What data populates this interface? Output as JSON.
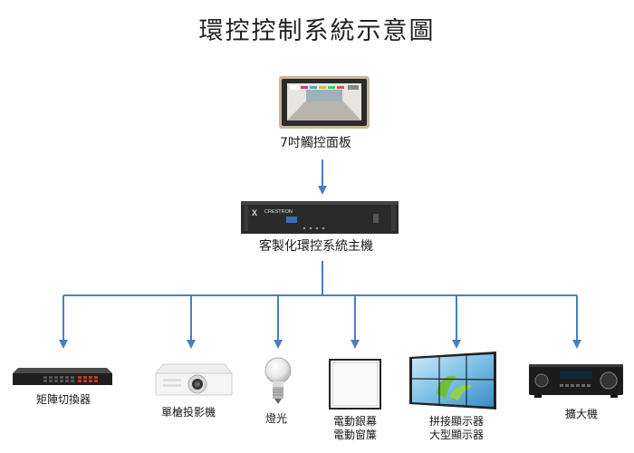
{
  "title": "環控控制系統示意圖",
  "panel": {
    "label": "7吋觸控面板"
  },
  "host": {
    "label": "客製化環控系統主機",
    "brand": "CRESTRON"
  },
  "devices": [
    {
      "id": "matrix",
      "label": "矩陣切換器"
    },
    {
      "id": "projector",
      "label": "單槍投影機"
    },
    {
      "id": "lamp",
      "label": "燈光"
    },
    {
      "id": "screen",
      "label_line1": "電動銀幕",
      "label_line2": "電動窗簾"
    },
    {
      "id": "videowall",
      "label_line1": "拼接顯示器",
      "label_line2": "大型顯示器"
    },
    {
      "id": "amplifier",
      "label": "擴大機"
    }
  ],
  "colors": {
    "connector": "#4a7fc0",
    "text": "#222222"
  }
}
